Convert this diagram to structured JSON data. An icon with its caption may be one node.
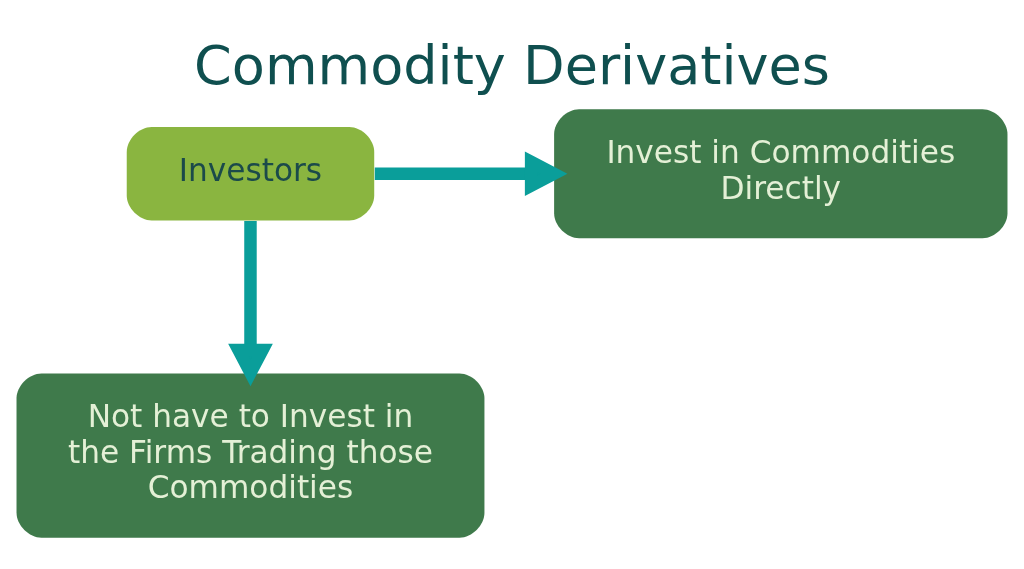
{
  "diagram": {
    "title": "Commodity Derivatives",
    "nodes": [
      {
        "text": [
          "Investors"
        ]
      },
      {
        "text": [
          "Invest in Commodities Directly"
        ]
      },
      {
        "text": [
          "Not have to Invest in the Firms Trading those Commodities"
        ]
      }
    ],
    "edges": [
      {
        "from": 0,
        "to": 1,
        "arrow": "to"
      },
      {
        "from": 0,
        "to": 2,
        "arrow": "to"
      }
    ]
  }
}
